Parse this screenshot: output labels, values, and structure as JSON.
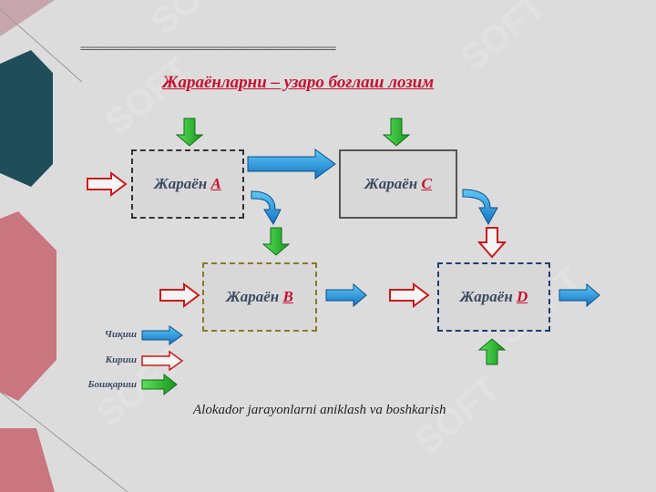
{
  "title": "Жараёнларни – узаро боғлаш лозим",
  "separator": "=============================================",
  "processes": {
    "a": {
      "prefix": "Жараён ",
      "letter": "А"
    },
    "b": {
      "prefix": "Жараён ",
      "letter": "В"
    },
    "c": {
      "prefix": "Жараён ",
      "letter": "С"
    },
    "d": {
      "prefix": "Жараён ",
      "letter": "D"
    }
  },
  "legend": {
    "output": "Чиқиш",
    "input": "Кириш",
    "control": "Бошқариш"
  },
  "caption": "Alokador jarayonlarni aniklash va boshkarish",
  "colors": {
    "output_arrow": "#1e90d8",
    "input_arrow": "#d01818",
    "control_arrow": "#22b422",
    "title": "#c8102e",
    "left_band_dark": "#1f4e5a",
    "left_band_rose": "#c9767e"
  },
  "watermark": "SOFT"
}
